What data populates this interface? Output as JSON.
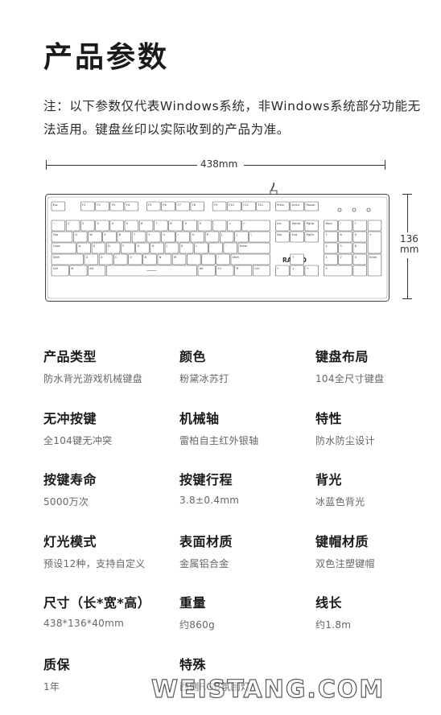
{
  "title": "产品参数",
  "note": "注：以下参数仅代表Windows系统，非Windows系统部分功能无法适用。键盘丝印以实际收到的产品为准。",
  "diagram": {
    "width_label": "438mm",
    "height_label_value": "136",
    "height_label_unit": "mm",
    "brand": "RAPOO",
    "keys": {
      "esc": "Esc",
      "f_keys": [
        "F1",
        "F2",
        "F3",
        "F4",
        "F5",
        "F6",
        "F7",
        "F8",
        "F9",
        "F10",
        "F11",
        "F12"
      ],
      "nav_top": [
        "PrtSc",
        "ScrLk",
        "Pause"
      ],
      "row1": [
        "~",
        "1",
        "2",
        "3",
        "4",
        "5",
        "6",
        "7",
        "8",
        "9",
        "0",
        "-",
        "=",
        "←"
      ],
      "row2": [
        "Tab",
        "Q",
        "W",
        "E",
        "R",
        "T",
        "Y",
        "U",
        "I",
        "O",
        "P",
        "[",
        "]",
        "\\"
      ],
      "row3": [
        "Caps",
        "A",
        "S",
        "D",
        "F",
        "G",
        "H",
        "J",
        "K",
        "L",
        ";",
        "'",
        "Enter"
      ],
      "row4": [
        "Shift",
        "Z",
        "X",
        "C",
        "V",
        "B",
        "N",
        "M",
        ",",
        ".",
        "/",
        "Shift"
      ],
      "row5": [
        "Ctrl",
        "⊞",
        "Alt",
        "",
        "Alt",
        "Fn",
        "☰",
        "Ctrl"
      ],
      "nav": [
        "Ins",
        "Home",
        "PgUp",
        "Del",
        "End",
        "PgDn"
      ],
      "arrows": [
        "↑",
        "←",
        "↓",
        "→"
      ],
      "num": [
        "Num",
        "/",
        "*",
        "-",
        "7",
        "8",
        "9",
        "+",
        "4",
        "5",
        "6",
        "1",
        "2",
        "3",
        "Enter",
        "0",
        "."
      ]
    }
  },
  "specs": [
    {
      "label": "产品类型",
      "value": "防水背光游戏机械键盘"
    },
    {
      "label": "颜色",
      "value": "粉黛冰苏打"
    },
    {
      "label": "键盘布局",
      "value": "104全尺寸键盘"
    },
    {
      "label": "无冲按键",
      "value": "全104键无冲突"
    },
    {
      "label": "机械轴",
      "value": "雷柏自主红外银轴"
    },
    {
      "label": "特性",
      "value": "防水防尘设计"
    },
    {
      "label": "按键寿命",
      "value": "5000万次"
    },
    {
      "label": "按键行程",
      "value": "3.8±0.4mm"
    },
    {
      "label": "背光",
      "value": "冰蓝色背光"
    },
    {
      "label": "灯光模式",
      "value": "预设12种，支持自定义"
    },
    {
      "label": "表面材质",
      "value": "金属铝合金"
    },
    {
      "label": "键帽材质",
      "value": "双色注塑键帽"
    },
    {
      "label": "尺寸（长*宽*高）",
      "value": "438*136*40mm"
    },
    {
      "label": "重量",
      "value": "约860g"
    },
    {
      "label": "线长",
      "value": "约1.8m"
    },
    {
      "label": "质保",
      "value": "1年"
    },
    {
      "label": "特殊",
      "value": "西侧RGB氛围灯"
    }
  ],
  "watermark": "WEISTANG.COM"
}
